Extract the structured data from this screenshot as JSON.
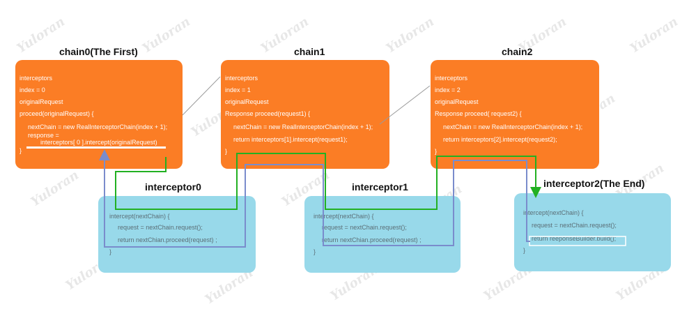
{
  "watermark": "Yuloran",
  "colors": {
    "chain_box": "#fb7d25",
    "interceptor_box": "#98d9ea",
    "call_path": "#22b022",
    "return_path": "#7a8ccc"
  },
  "chain0": {
    "title": "chain0(The First)",
    "lines": [
      "interceptors",
      "index = 0",
      "originalRequest",
      "proceed(originalRequest) {",
      "nextChain = new RealInterceptorChain(index + 1);",
      "response =",
      "interceptors[ 0 ].intercept(originalRequest)",
      "}"
    ]
  },
  "chain1": {
    "title": "chain1",
    "lines": [
      "interceptors",
      "index =  1",
      "originalRequest",
      "Response  proceed(request1) {",
      "nextChain = new RealInterceptorChain(index + 1);",
      "return interceptors[1].intercept(request1);",
      "}"
    ]
  },
  "chain2": {
    "title": "chain2",
    "lines": [
      "interceptors",
      "index =  2",
      "originalRequest",
      "Response  proceed( request2) {",
      "nextChain = new RealInterceptorChain(index + 1);",
      "return interceptors[2].intercept(request2);",
      "}"
    ]
  },
  "interceptor0": {
    "title": "interceptor0",
    "lines": [
      "intercept(nextChain) {",
      "request = nextChain.request();",
      "return nextChian.proceed(request) ;",
      "}"
    ]
  },
  "interceptor1": {
    "title": "interceptor1",
    "lines": [
      "intercept(nextChain) {",
      "request = nextChain.request();",
      "return nextChian.proceed(request) ;",
      "}"
    ]
  },
  "interceptor2": {
    "title": "interceptor2(The End)",
    "lines": [
      "intercept(nextChain) {",
      "request = nextChain.request();",
      "return reeponseBuilder.build();",
      "}"
    ]
  }
}
